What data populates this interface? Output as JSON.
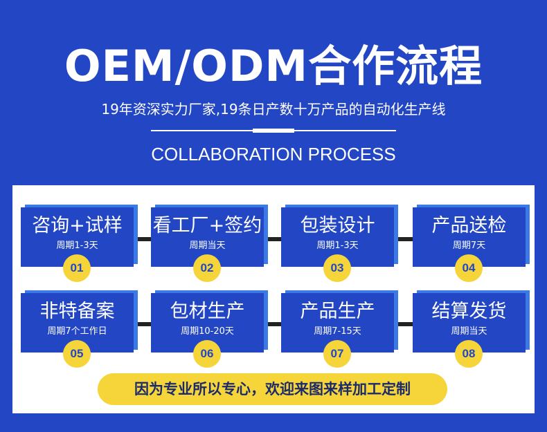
{
  "header": {
    "title": "OEM/ODM合作流程",
    "subtitle": "19年资深实力厂家,19条日产数十万产品的自动化生产线",
    "english": "COLLABORATION PROCESS"
  },
  "steps": [
    {
      "name": "咨询+试样",
      "period": "周期1-3天",
      "num": "01"
    },
    {
      "name": "看工厂+签约",
      "period": "周期当天",
      "num": "02"
    },
    {
      "name": "包装设计",
      "period": "周期1-3天",
      "num": "03"
    },
    {
      "name": "产品送检",
      "period": "周期7天",
      "num": "04"
    },
    {
      "name": "非特备案",
      "period": "周期7个工作日",
      "num": "05"
    },
    {
      "name": "包材生产",
      "period": "周期10-20天",
      "num": "06"
    },
    {
      "name": "产品生产",
      "period": "周期7-15天",
      "num": "07"
    },
    {
      "name": "结算发货",
      "period": "周期当天",
      "num": "08"
    }
  ],
  "slogan": "因为专业所以专心，欢迎来图来样加工定制",
  "colors": {
    "background": "#2347c4",
    "box": "#2347c4",
    "box_shadow": "#3a79e6",
    "badge": "#f6d53a",
    "panel": "#ffffff"
  }
}
